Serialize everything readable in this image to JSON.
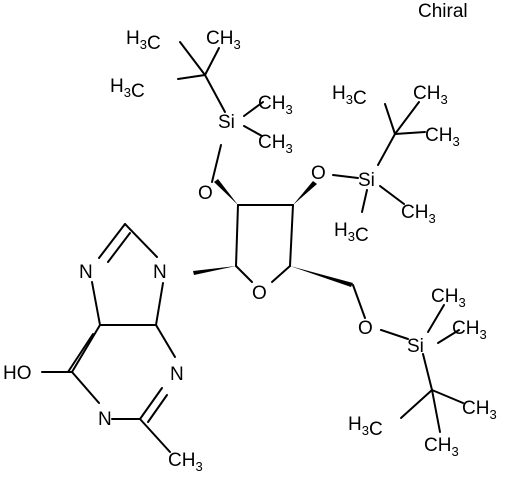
{
  "chirality_label": "Chiral",
  "atoms": {
    "ring_oxygen": "O",
    "ribose_c2_oxygen": "O",
    "ribose_c3_oxygen": "O",
    "ribose_c5_oxygen": "O",
    "hydroxyl": "HO",
    "n_n7": "N",
    "n_n9": "N",
    "n_n3": "N",
    "n_n1": "N",
    "si_c2": "Si",
    "si_c3": "Si",
    "si_c5": "Si"
  },
  "groups": {
    "tbu_c2_methyl_a": "H3C",
    "tbu_c2_methyl_b": "CH3",
    "tbu_c2_methyl_c": "H3C",
    "si_c2_methyl_a": "CH3",
    "si_c2_methyl_b": "CH3",
    "tbu_c3_methyl_a": "H3C",
    "tbu_c3_methyl_b": "CH3",
    "tbu_c3_methyl_c": "CH3",
    "si_c3_methyl_a": "CH3",
    "si_c3_methyl_b": "H3C",
    "si_c5_methyl_a": "CH3",
    "si_c5_methyl_b": "CH3",
    "tbu_c5_methyl_a": "CH3",
    "tbu_c5_methyl_b": "H3C",
    "tbu_c5_methyl_c": "CH3",
    "c2_methyl": "CH3"
  }
}
